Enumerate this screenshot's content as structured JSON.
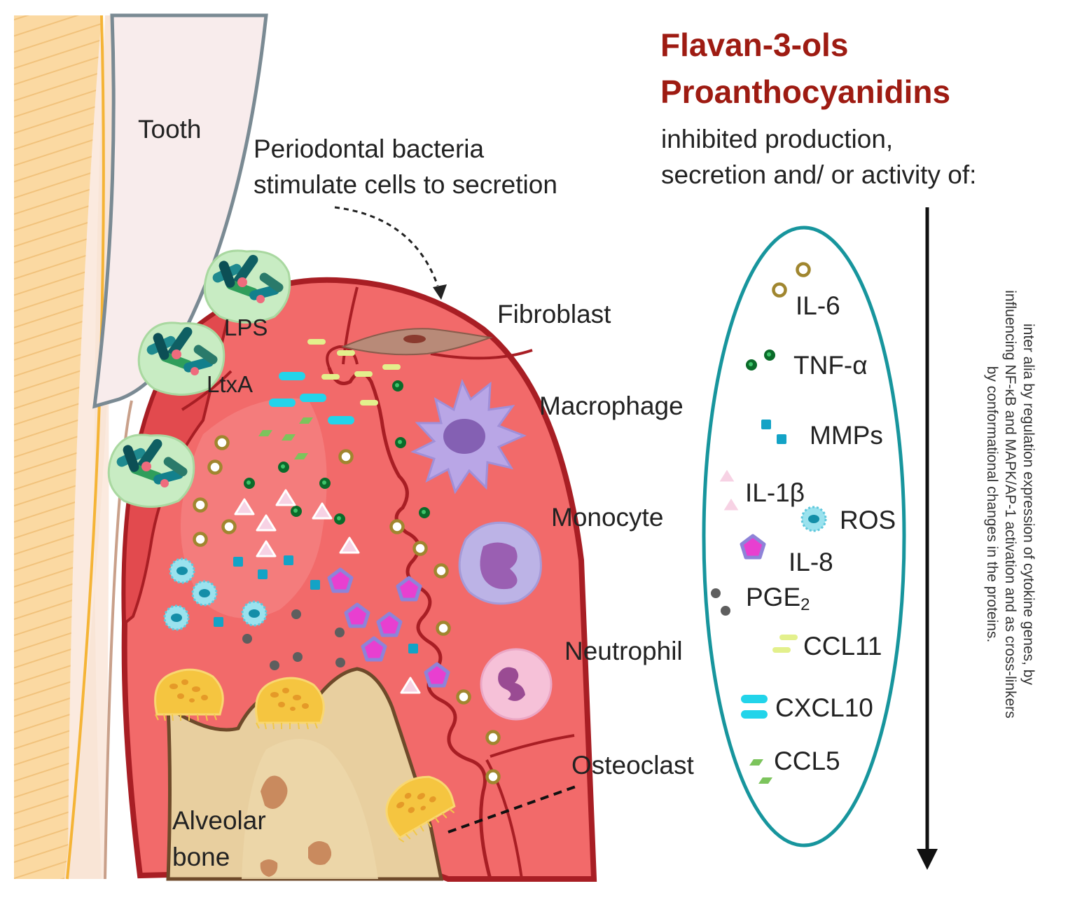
{
  "title": {
    "line1": "Flavan-3-ols",
    "line2": "Proanthocyanidins"
  },
  "subtitle": {
    "line1": "inhibited production,",
    "line2": "secretion and/ or activity of:"
  },
  "mechanism_note": {
    "line1": "inter alia by regulation expression of cytokine genes, by",
    "line2": "influencing NF-κB and MAPK/AP-1 activation and as cross-linkers",
    "line3": "by conformational changes in the proteins."
  },
  "labels": {
    "tooth": "Tooth",
    "bacteria_line1": "Periodontal bacteria",
    "bacteria_line2": "stimulate cells to secretion",
    "lps": "LPS",
    "ltxa": "LtxA",
    "fibroblast": "Fibroblast",
    "macrophage": "Macrophage",
    "monocyte": "Monocyte",
    "neutrophil": "Neutrophil",
    "osteoclast": "Osteoclast",
    "alveolar_line1": "Alveolar",
    "alveolar_line2": "bone"
  },
  "legend": [
    {
      "key": "il6",
      "label": "IL-6",
      "icon": "ring-icon",
      "color": "#a0862f"
    },
    {
      "key": "tnf",
      "label": "TNF-α",
      "icon": "dark-green-dot-icon",
      "color": "#0b6b2a"
    },
    {
      "key": "mmp",
      "label": "MMPs",
      "icon": "teal-square-icon",
      "color": "#13a3c6"
    },
    {
      "key": "il1b",
      "label": "IL-1β",
      "icon": "pink-triangle-icon",
      "color": "#f5c4dc"
    },
    {
      "key": "ros",
      "label": "ROS",
      "icon": "blue-spiky-cell-icon",
      "color": "#5ec7dc"
    },
    {
      "key": "il8",
      "label": "IL-8",
      "icon": "magenta-pentagon-icon",
      "color": "#e83fd0"
    },
    {
      "key": "pge2",
      "label": "PGE",
      "sub": "2",
      "icon": "grey-dot-icon",
      "color": "#5e5e5e"
    },
    {
      "key": "ccl11",
      "label": "CCL11",
      "icon": "yellow-dash-icon",
      "color": "#dff08a"
    },
    {
      "key": "cxcl10",
      "label": "CXCL10",
      "icon": "cyan-bar-icon",
      "color": "#22d4ea"
    },
    {
      "key": "ccl5",
      "label": "CCL5",
      "icon": "green-rhombus-icon",
      "color": "#7cc45c"
    }
  ]
}
